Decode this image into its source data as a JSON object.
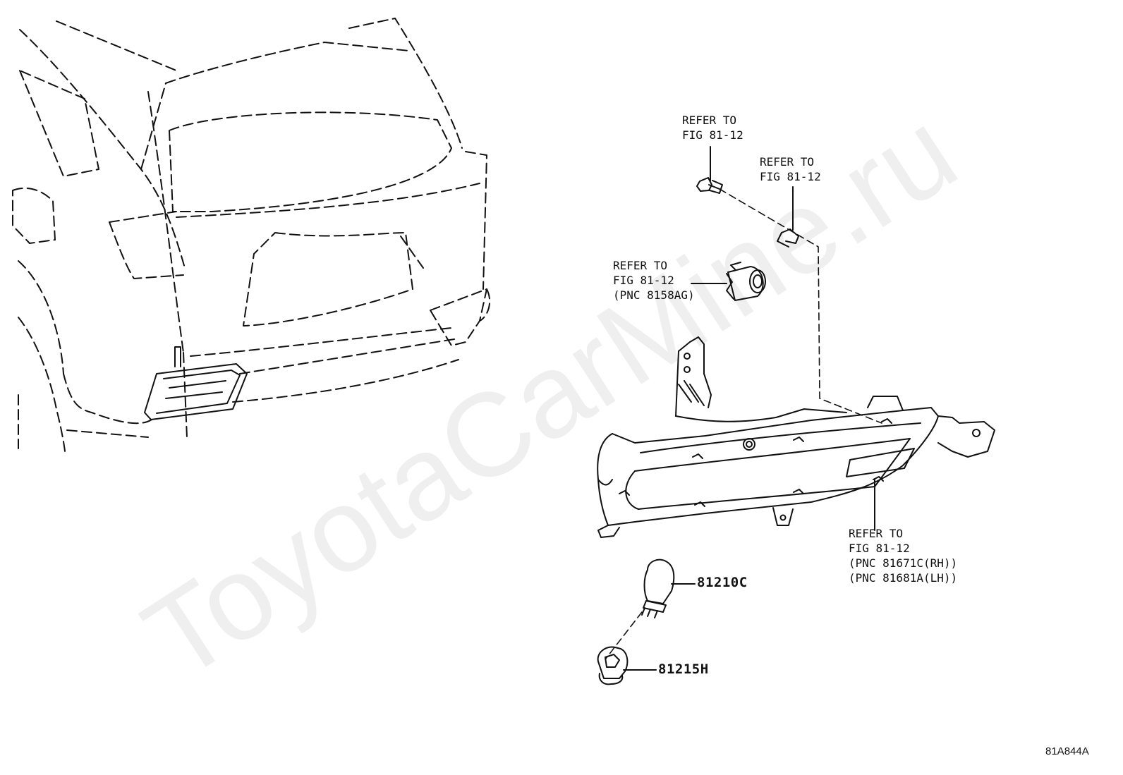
{
  "diagram": {
    "callouts": {
      "bolt_ref": [
        "REFER TO",
        "FIG 81-12"
      ],
      "clip_ref": [
        "REFER TO",
        "FIG 81-12"
      ],
      "sensor_ref": [
        "REFER TO",
        "FIG 81-12",
        "(PNC 8158AG)"
      ],
      "lamp_ref": [
        "REFER TO",
        "FIG 81-12",
        "(PNC 81671C(RH))",
        "(PNC 81681A(LH))"
      ]
    },
    "parts": {
      "bulb": "81210C",
      "socket": "81215H"
    },
    "figure_code": "81A844A",
    "watermark": "ToyotaCarMine.ru"
  },
  "colors": {
    "line": "#111111",
    "background": "#ffffff"
  }
}
